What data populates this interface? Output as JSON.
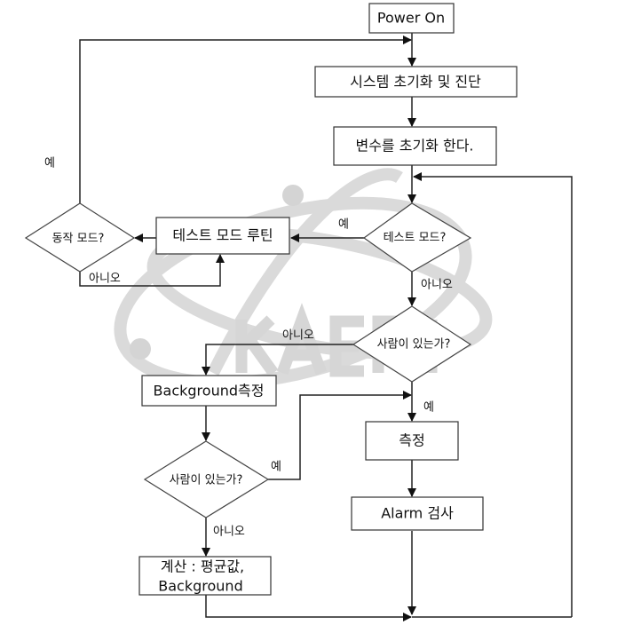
{
  "watermark": {
    "logo_text": "KAERI"
  },
  "nodes": {
    "power_on": "Power On",
    "system_init": "시스템 초기화 및 진단",
    "var_init": "변수를 초기화 한다.",
    "test_mode_q": "테스트 모드?",
    "test_routine": "테스트 모드 루틴",
    "op_mode_q": "동작 모드?",
    "person_q1": "사람이 있는가?",
    "background_measure": "Background측정",
    "person_q2": "사람이 있는가?",
    "measure": "측정",
    "alarm_check": "Alarm 검사",
    "calc_line1": "계산 : 평균값,",
    "calc_line2": "Background"
  },
  "edge_labels": {
    "op_mode_yes": "예",
    "op_mode_no": "아니오",
    "test_mode_yes": "예",
    "test_mode_no": "아니오",
    "person1_no": "아니오",
    "person1_yes": "예",
    "person2_yes": "예",
    "person2_no": "아니오"
  }
}
